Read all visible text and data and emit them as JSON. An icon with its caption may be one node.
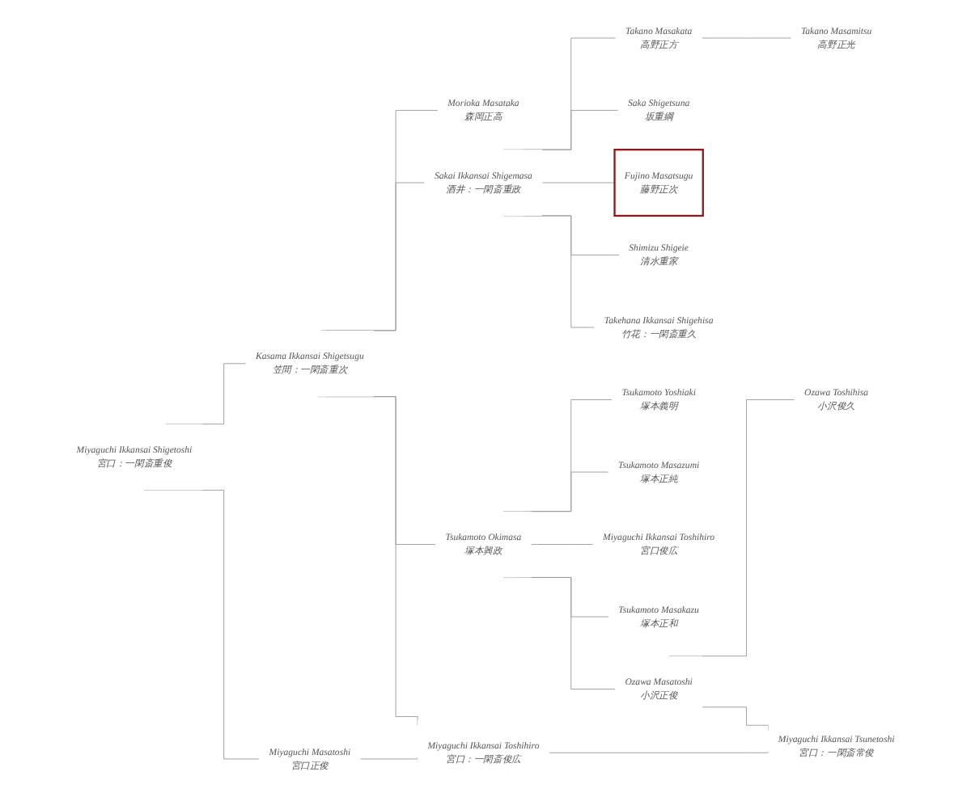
{
  "diagram": {
    "nodes": [
      {
        "text": [
          "Miyaguchi Ikkansai Shigetoshi",
          "宮口：一閑斎重俊"
        ]
      },
      {
        "text": [
          "Kasama Ikkansai Shigetsugu",
          "笠間：一閑斎重次"
        ]
      },
      {
        "text": [
          "Morioka Masataka",
          "森岡正高"
        ]
      },
      {
        "text": [
          "Sakai Ikkansai Shigemasa",
          "酒井：一閑斎重政"
        ]
      },
      {
        "text": [
          "Takano Masakata",
          "高野正方"
        ]
      },
      {
        "text": [
          "Takano Masamitsu",
          "高野正光"
        ]
      },
      {
        "text": [
          "Saka Shigetsuna",
          "坂重綱"
        ]
      },
      {
        "text": [
          "Fujino Masatsugu",
          "藤野正次"
        ]
      },
      {
        "text": [
          "Shimizu Shigeie",
          "清水重家"
        ]
      },
      {
        "text": [
          "Takehana Ikkansai Shigehisa",
          "竹花：一閑斎重久"
        ]
      },
      {
        "text": [
          "Tsukamoto Yoshiaki",
          "塚本義明"
        ]
      },
      {
        "text": [
          "Tsukamoto Masazumi",
          "塚本正純"
        ]
      },
      {
        "text": [
          "Miyaguchi Ikkansai Toshihiro",
          "宮口俊広"
        ]
      },
      {
        "text": [
          "Tsukamoto Masakazu",
          "塚本正和"
        ]
      },
      {
        "text": [
          "Tsukamoto Okimasa",
          "塚本興政"
        ]
      },
      {
        "text": [
          "Ozawa Masatoshi",
          "小沢正俊"
        ]
      },
      {
        "text": [
          "Ozawa Toshihisa",
          "小沢俊久"
        ]
      },
      {
        "text": [
          "Miyaguchi Masatoshi",
          "宮口正俊"
        ]
      },
      {
        "text": [
          "Miyaguchi Ikkansai Toshihiro",
          "宮口：一閑斎俊広"
        ]
      },
      {
        "text": [
          "Miyaguchi Ikkansai Tsunetoshi",
          "宮口：一閑斎常俊"
        ]
      }
    ],
    "edges": [
      {
        "from": 0,
        "to": 1,
        "arrow": "none"
      },
      {
        "from": 0,
        "to": 17,
        "arrow": "none"
      },
      {
        "from": 1,
        "to": 2,
        "arrow": "none"
      },
      {
        "from": 1,
        "to": 3,
        "arrow": "none"
      },
      {
        "from": 1,
        "to": 14,
        "arrow": "none"
      },
      {
        "from": 1,
        "to": 18,
        "arrow": "none"
      },
      {
        "from": 17,
        "to": 18,
        "arrow": "none"
      },
      {
        "from": 3,
        "to": 4,
        "arrow": "none"
      },
      {
        "from": 4,
        "to": 5,
        "arrow": "none"
      },
      {
        "from": 3,
        "to": 6,
        "arrow": "none"
      },
      {
        "from": 3,
        "to": 7,
        "arrow": "none"
      },
      {
        "from": 3,
        "to": 8,
        "arrow": "none"
      },
      {
        "from": 3,
        "to": 9,
        "arrow": "none"
      },
      {
        "from": 14,
        "to": 10,
        "arrow": "none"
      },
      {
        "from": 14,
        "to": 11,
        "arrow": "none"
      },
      {
        "from": 14,
        "to": 12,
        "arrow": "none"
      },
      {
        "from": 14,
        "to": 13,
        "arrow": "none"
      },
      {
        "from": 14,
        "to": 15,
        "arrow": "none"
      },
      {
        "from": 15,
        "to": 16,
        "arrow": "none"
      },
      {
        "from": 18,
        "to": 19,
        "arrow": "none"
      },
      {
        "from": 15,
        "to": 19,
        "arrow": "none"
      }
    ]
  }
}
